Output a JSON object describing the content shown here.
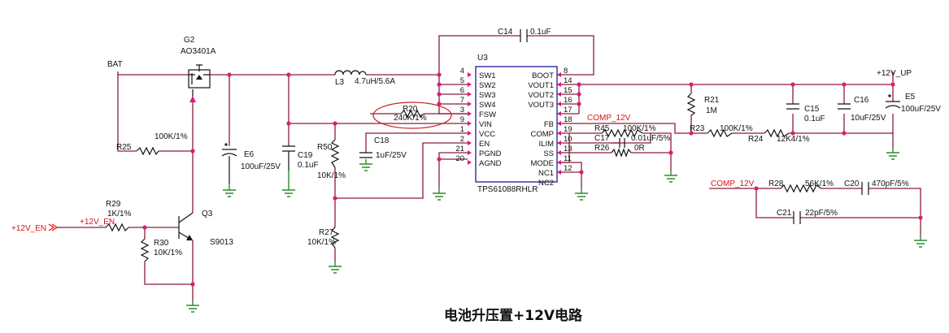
{
  "title": "电池升压置+12V电路",
  "nets": {
    "bat": "BAT",
    "v12_up": "+12V_UP",
    "v12_en_in": "+12V_EN",
    "v12_en": "+12V_EN",
    "comp_fb": "COMP_12V",
    "comp_right": "COMP_12V"
  },
  "ic": {
    "ref": "U3",
    "part": "TPS61088RHLR",
    "left_pins": [
      {
        "num": "4",
        "name": "SW1"
      },
      {
        "num": "5",
        "name": "SW2"
      },
      {
        "num": "6",
        "name": "SW3"
      },
      {
        "num": "7",
        "name": "SW4"
      },
      {
        "num": "3",
        "name": "FSW"
      },
      {
        "num": "9",
        "name": "VIN"
      },
      {
        "num": "1",
        "name": "VCC"
      },
      {
        "num": "2",
        "name": "EN"
      },
      {
        "num": "21",
        "name": "PGND"
      },
      {
        "num": "20",
        "name": "AGND"
      }
    ],
    "right_pins": [
      {
        "num": "8",
        "name": "BOOT"
      },
      {
        "num": "14",
        "name": "VOUT1"
      },
      {
        "num": "15",
        "name": "VOUT2"
      },
      {
        "num": "16",
        "name": "VOUT3"
      },
      {
        "num": "17",
        "name": ""
      },
      {
        "num": "18",
        "name": "FB"
      },
      {
        "num": "19",
        "name": "COMP"
      },
      {
        "num": "10",
        "name": "ILIM"
      },
      {
        "num": "13",
        "name": "SS"
      },
      {
        "num": "11",
        "name": "MODE"
      },
      {
        "num": "12",
        "name": "NC1"
      },
      {
        "num": "",
        "name": "NC2"
      }
    ]
  },
  "components": {
    "g2_ref": "G2",
    "g2_val": "AO3401A",
    "l3_ref": "L3",
    "l3_val": "4.7uH/5.6A",
    "c14_ref": "C14",
    "c14_val": "0.1uF",
    "r20_ref": "R20",
    "r20_val": "240K/1%",
    "c18_ref": "C18",
    "c18_val": "1uF/25V",
    "r25_ref": "R25",
    "r25_val": "100K/1%",
    "e6_ref": "E6",
    "e6_val": "100uF/25V",
    "c19_ref": "C19",
    "c19_val": "0.1uF",
    "r50_ref": "R50",
    "r50_val": "10K/1%",
    "r27_ref": "R27",
    "r27_val": "10K/1%",
    "r29_ref": "R29",
    "r29_val": "1K/1%",
    "r30_ref": "R30",
    "r30_val": "10K/1%",
    "q3_ref": "Q3",
    "q3_val": "S9013",
    "r45_ref": "R45",
    "r45_val": "100K/1%",
    "c17_ref": "C17",
    "c17_val": "0.01uF/5%",
    "r26_ref": "R26",
    "r26_val": "0R",
    "r21_ref": "R21",
    "r21_val": "1M",
    "r23_ref": "R23",
    "r23_val": "100K/1%",
    "r24_ref": "R24",
    "r24_val": "12K4/1%",
    "c15_ref": "C15",
    "c15_val": "0.1uF",
    "c16_ref": "C16",
    "c16_val": "10uF/25V",
    "e5_ref": "E5",
    "e5_val": "100uF/25V",
    "r28_ref": "R28",
    "r28_val": "56K/1%",
    "c20_ref": "C20",
    "c20_val": "470pF/5%",
    "c21_ref": "C21",
    "c21_val": "22pF/5%"
  },
  "colors": {
    "wire": "#8b1d3a",
    "ground": "#2c8a2c",
    "junction": "#e0197d",
    "highlight": "#c62828",
    "net_label": "#d11111"
  }
}
